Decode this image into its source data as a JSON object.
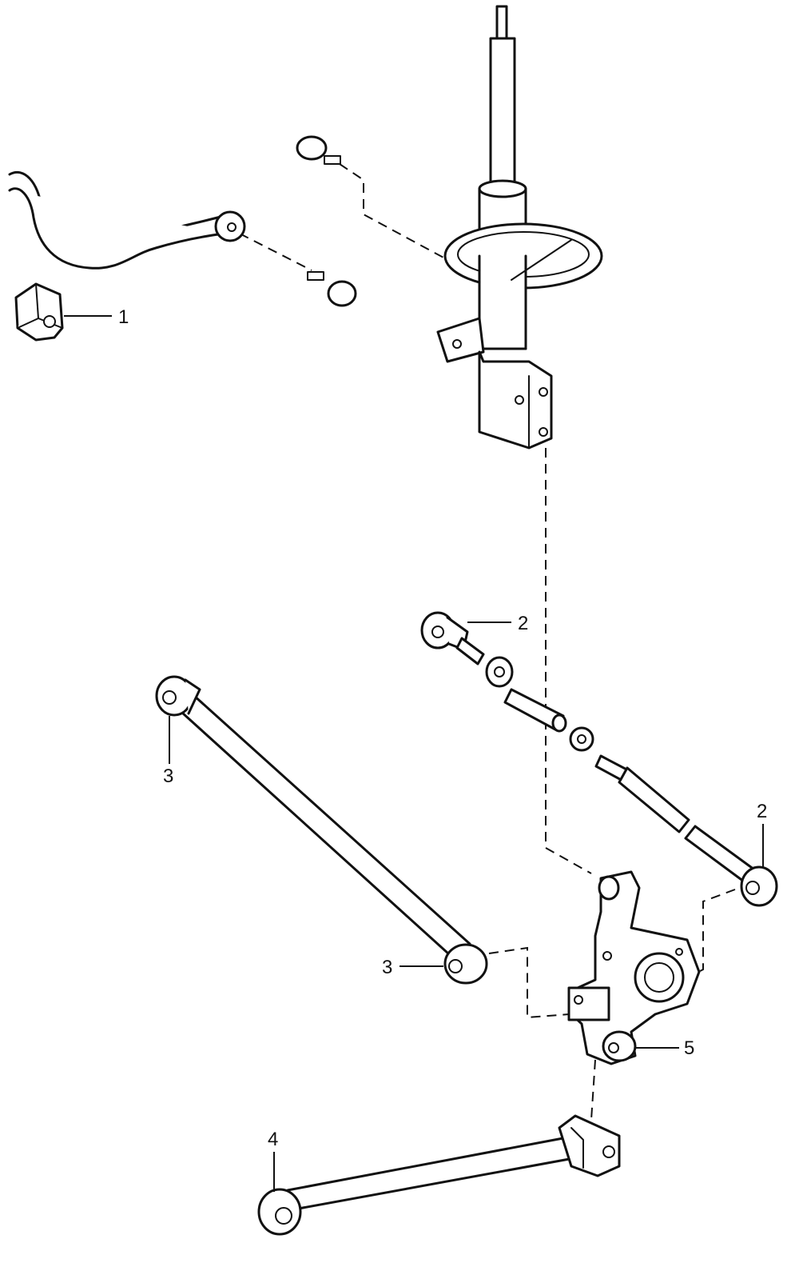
{
  "callouts": {
    "c1": "1",
    "c2_top": "2",
    "c2_right": "2",
    "c3_left": "3",
    "c3_bottom": "3",
    "c4": "4",
    "c5": "5"
  }
}
